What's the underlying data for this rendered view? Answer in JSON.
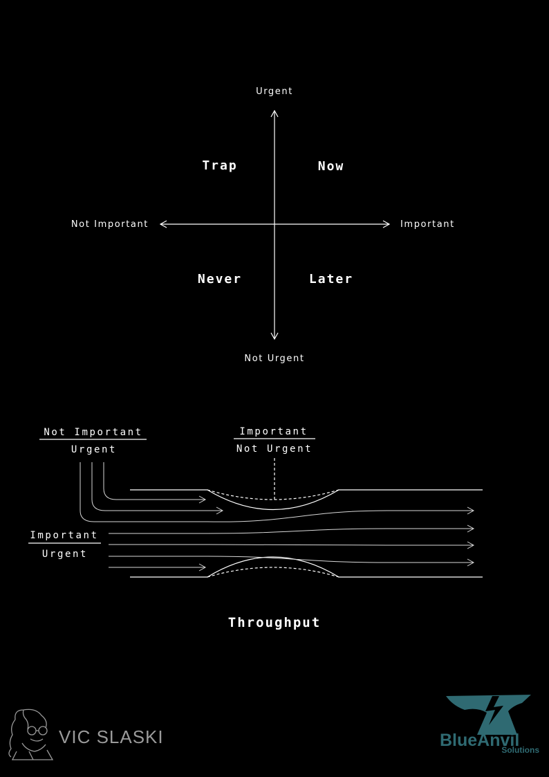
{
  "matrix": {
    "axis_top": "Urgent",
    "axis_bottom": "Not Urgent",
    "axis_left": "Not Important",
    "axis_right": "Important",
    "quadrants": {
      "top_left": "Trap",
      "top_right": "Now",
      "bottom_left": "Never",
      "bottom_right": "Later"
    }
  },
  "throughput": {
    "group_not_important_urgent": {
      "top": "Not Important",
      "bottom": "Urgent"
    },
    "group_important_not_urgent": {
      "top": "Important",
      "bottom": "Not Urgent"
    },
    "group_important_urgent": {
      "top": "Important",
      "bottom": "Urgent"
    },
    "title": "Throughput"
  },
  "footer": {
    "author": "VIC SLASKI",
    "brand_name": "BlueAnvil",
    "brand_sub": "Solutions",
    "brand_color": "#2f6a72",
    "portrait_icon": "portrait-icon",
    "anvil_icon": "anvil-lightning-icon"
  }
}
